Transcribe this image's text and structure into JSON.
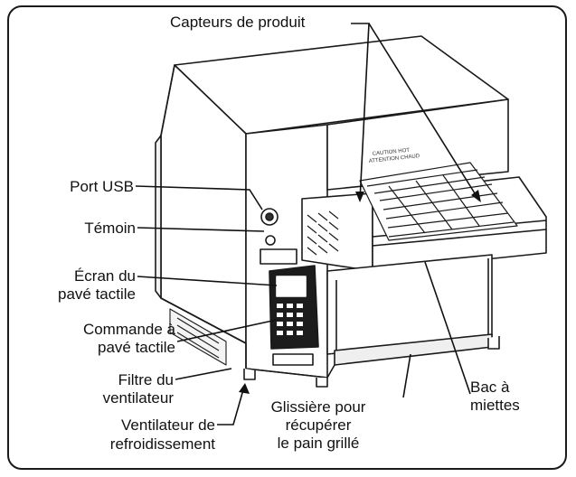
{
  "labels": {
    "product_sensors": "Capteurs de produit",
    "usb_port": "Port USB",
    "indicator": "Témoin",
    "screen_line1": "Écran du",
    "screen_line2": "pavé tactile",
    "control_line1": "Commande à",
    "control_line2": "pavé tactile",
    "filter_line1": "Filtre du",
    "filter_line2": "ventilateur",
    "fan_line1": "Ventilateur de",
    "fan_line2": "refroidissement",
    "slide_line1": "Glissière pour",
    "slide_line2": "récupérer",
    "slide_line3": "le pain grillé",
    "crumb_line1": "Bac à",
    "crumb_line2": "miettes"
  },
  "machine_warning": {
    "line1": "CAUTION HOT",
    "line2": "ATTENTION CHAUD"
  },
  "colors": {
    "ink": "#111111",
    "body": "#ffffff",
    "shade": "#e6e6e6"
  }
}
